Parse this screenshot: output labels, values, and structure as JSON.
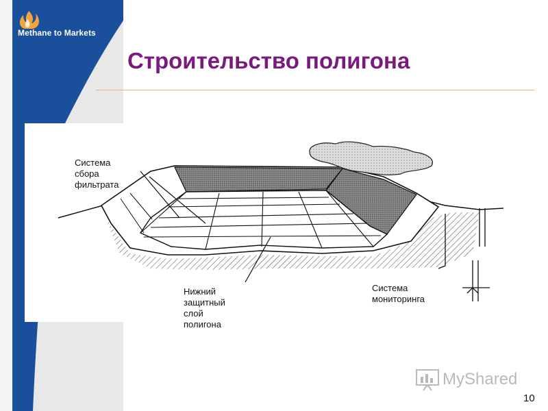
{
  "slide": {
    "logo_text": "Methane to Markets",
    "title": "Строительство полигона",
    "page_number": "10"
  },
  "diagram": {
    "labels": [
      "Система\nсбора\nфильтрата",
      "Нижний\nзащитный\nслой\nполигона",
      "Система\nмониторинга"
    ]
  },
  "watermark": {
    "text": "MyShared"
  },
  "colors": {
    "band_blue": "#1a4f9c",
    "title_purple": "#7a1a7f",
    "rule_orange": "#e8b46a",
    "flame_orange": "#f2a53c"
  },
  "icons": [
    "flame-logo-icon",
    "presentation-board-icon"
  ]
}
